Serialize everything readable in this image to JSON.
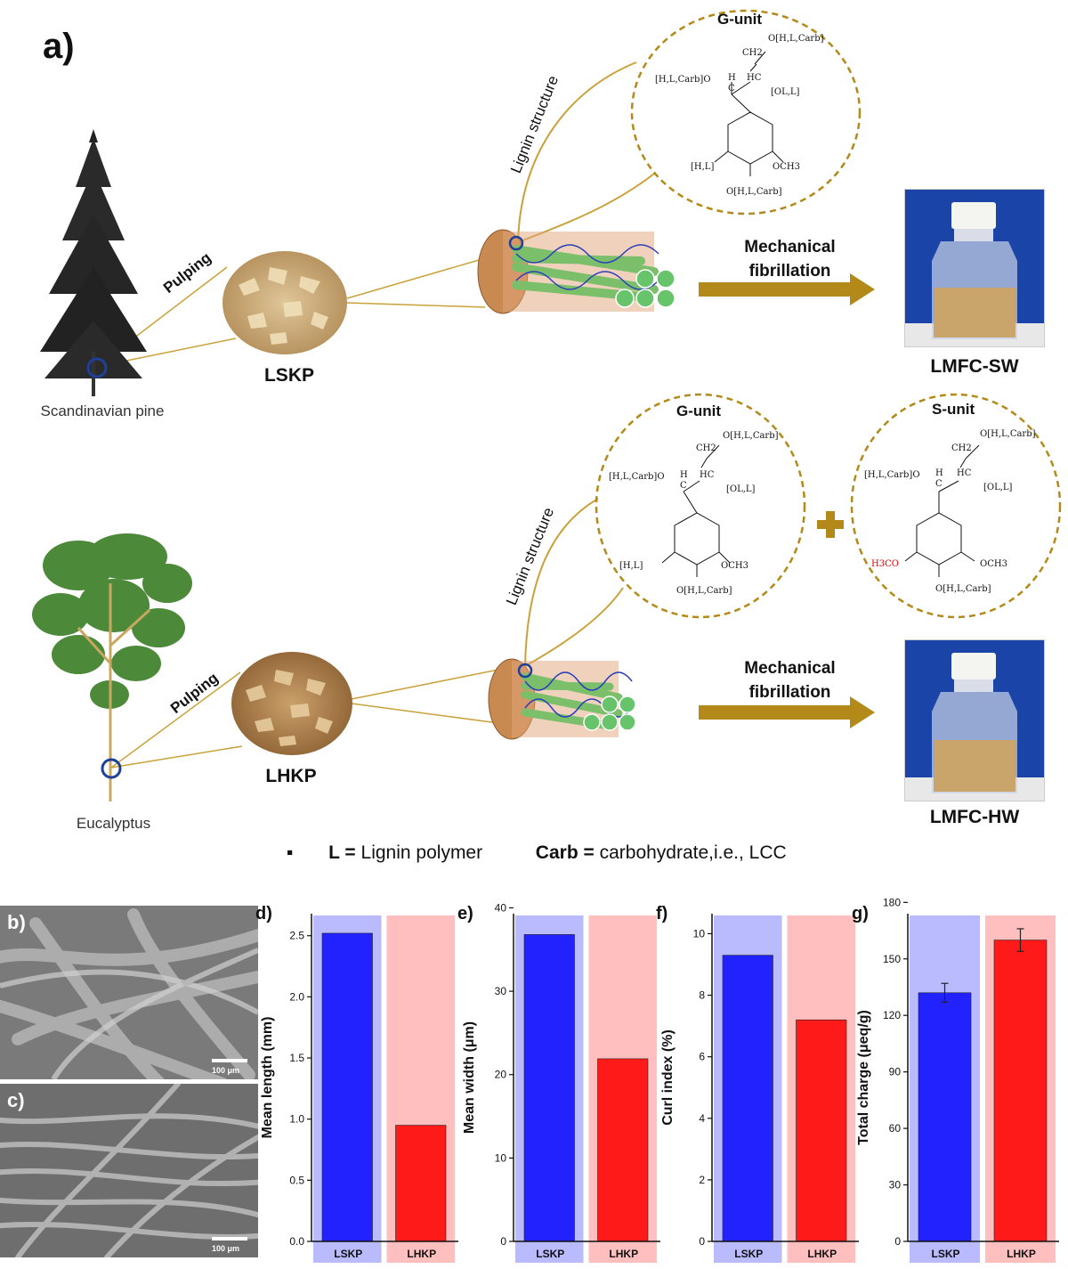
{
  "panel_a": {
    "letter": "a)",
    "top_row": {
      "tree_label": "Scandinavian pine",
      "pulping_label": "Pulping",
      "pulp_label": "LSKP",
      "lignin_label": "Lignin structure",
      "g_unit": {
        "title": "G-unit",
        "substituents": [
          "O[H,L,Carb]",
          "CH2",
          "[H,L,Carb]O",
          "H",
          "C",
          "HC",
          "[OL,L]",
          "[H,L]",
          "OCH3",
          "O[H,L,Carb]"
        ]
      },
      "arrow_text": [
        "Mechanical",
        "fibrillation"
      ],
      "product_label": "LMFC-SW"
    },
    "bottom_row": {
      "tree_label": "Eucalyptus",
      "pulping_label": "Pulping",
      "pulp_label": "LHKP",
      "lignin_label": "Lignin structure",
      "g_unit": {
        "title": "G-unit",
        "substituents": [
          "O[H,L,Carb]",
          "CH2",
          "[H,L,Carb]O",
          "H",
          "C",
          "HC",
          "[OL,L]",
          "[H,L]",
          "OCH3",
          "O[H,L,Carb]"
        ]
      },
      "s_unit": {
        "title": "S-unit",
        "substituents": [
          "O[H,L,Carb]",
          "CH2",
          "[H,L,Carb]O",
          "H",
          "C",
          "HC",
          "[OL,L]",
          "H3CO",
          "OCH3",
          "O[H,L,Carb]"
        ]
      },
      "arrow_text": [
        "Mechanical",
        "fibrillation"
      ],
      "product_label": "LMFC-HW"
    },
    "legend": {
      "bullet": "▪",
      "l_key": "L =",
      "l_value": "Lignin polymer",
      "carb_key": "Carb =",
      "carb_value": "carbohydrate,i.e.,  LCC"
    }
  },
  "sem_images": [
    {
      "letter": "b)",
      "scale": "100 μm"
    },
    {
      "letter": "c)",
      "scale": "100 μm"
    }
  ],
  "colors": {
    "gold": "#b38a1a",
    "lskp": "#2222ff",
    "lhkp": "#ff1a1a",
    "lskp_bg": "#b3b3ff",
    "lhkp_bg": "#ffb8b8"
  },
  "chart_data": [
    {
      "type": "bar",
      "letter": "d)",
      "categories": [
        "LSKP",
        "LHKP"
      ],
      "values": [
        2.52,
        0.95
      ],
      "ylabel": "Mean length (mm)",
      "ylim": [
        0,
        2.68
      ],
      "yticks": [
        "0.0",
        "0.5",
        "1.0",
        "1.5",
        "2.0",
        "2.5"
      ],
      "ytick_values": [
        0,
        0.5,
        1.0,
        1.5,
        2.0,
        2.5
      ]
    },
    {
      "type": "bar",
      "letter": "e)",
      "categories": [
        "LSKP",
        "LHKP"
      ],
      "values": [
        36.8,
        21.9
      ],
      "ylabel": "Mean width (μm)",
      "ylim": [
        0,
        39.3
      ],
      "yticks": [
        "0",
        "10",
        "20",
        "30",
        "40"
      ],
      "ytick_values": [
        0,
        10,
        20,
        30,
        40
      ]
    },
    {
      "type": "bar",
      "letter": "f)",
      "categories": [
        "LSKP",
        "LHKP"
      ],
      "values": [
        9.3,
        7.2
      ],
      "ylabel": "Curl index  (%)",
      "ylim": [
        0,
        10.65
      ],
      "yticks": [
        "0",
        "2",
        "4",
        "6",
        "8",
        "10"
      ],
      "ytick_values": [
        0,
        2,
        4,
        6,
        8,
        10
      ]
    },
    {
      "type": "bar",
      "letter": "g)",
      "categories": [
        "LSKP",
        "LHKP"
      ],
      "values": [
        132,
        160
      ],
      "errors": [
        5,
        6
      ],
      "ylabel": "Total charge (μeq/g)",
      "ylim": [
        0,
        174
      ],
      "yticks": [
        "0",
        "30",
        "60",
        "90",
        "120",
        "150",
        "180"
      ],
      "ytick_values": [
        0,
        30,
        60,
        90,
        120,
        150,
        180
      ]
    }
  ]
}
